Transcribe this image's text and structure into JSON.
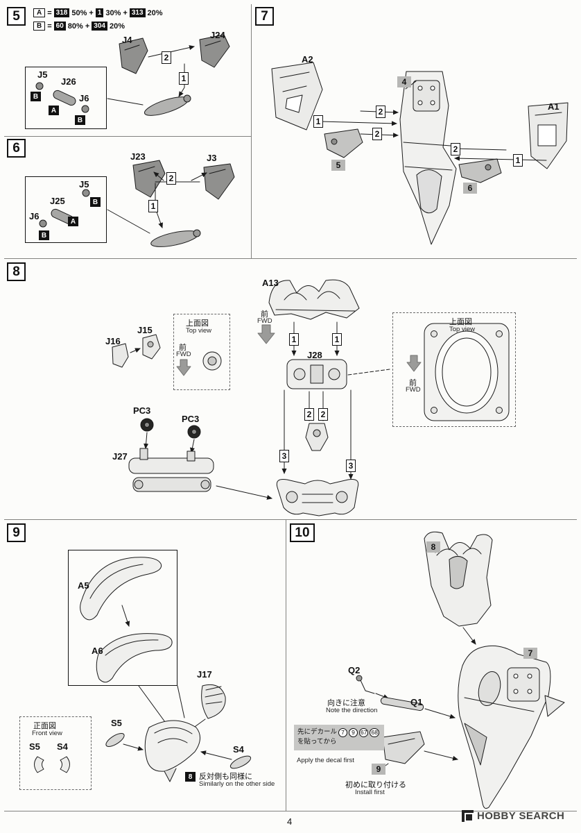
{
  "page": {
    "number": "4",
    "watermark": "HOBBY SEARCH"
  },
  "common": {
    "fwd_jp": "前",
    "fwd_en": "FWD",
    "topview_jp": "上面図",
    "topview_en": "Top view",
    "frontview_jp": "正面図",
    "frontview_en": "Front view"
  },
  "step5": {
    "num": "5",
    "eq": "=",
    "plus": "+",
    "paint_a_letter": "A",
    "paint_a_c1": "318",
    "paint_a_p1": "50%",
    "paint_a_c2": "1",
    "paint_a_p2": "30%",
    "paint_a_c3": "313",
    "paint_a_p3": "20%",
    "paint_b_letter": "B",
    "paint_b_c1": "60",
    "paint_b_p1": "80%",
    "paint_b_c2": "304",
    "paint_b_p2": "20%",
    "j4": "J4",
    "j24": "J24",
    "j5": "J5",
    "j26": "J26",
    "j6": "J6",
    "tag_a": "A",
    "tag_b": "B",
    "co1": "1",
    "co2": "2"
  },
  "step6": {
    "num": "6",
    "j23": "J23",
    "j3": "J3",
    "j25": "J25",
    "j5": "J5",
    "j6": "J6",
    "tag_a": "A",
    "tag_b": "B",
    "co1": "1",
    "co2": "2"
  },
  "step7": {
    "num": "7",
    "a2": "A2",
    "a1": "A1",
    "ref4": "4",
    "ref5": "5",
    "ref6": "6",
    "co1": "1",
    "co2": "2"
  },
  "step8": {
    "num": "8",
    "a13": "A13",
    "j15": "J15",
    "j16": "J16",
    "j28": "J28",
    "j27": "J27",
    "pc3": "PC3",
    "co1": "1",
    "co2": "2",
    "co3": "3"
  },
  "step9": {
    "num": "9",
    "a5": "A5",
    "a6": "A6",
    "j17": "J17",
    "s5": "S5",
    "s4": "S4",
    "note_tag": "8",
    "note_jp": "反対側も同様に",
    "note_en": "Similarly on the other side"
  },
  "step10": {
    "num": "10",
    "ref7": "7",
    "ref8": "8",
    "ref9": "9",
    "q1": "Q1",
    "q2": "Q2",
    "dir_jp": "向きに注意",
    "dir_en": "Note the direction",
    "decal_jp1": "先にデカール",
    "decal_n1": "7",
    "decal_n2": "9",
    "decal_n3": "67",
    "decal_n4": "68",
    "decal_jp2": "を貼ってから",
    "decal_en": "Apply the decal first",
    "install_jp": "初めに取り付ける",
    "install_en": "Install first"
  }
}
